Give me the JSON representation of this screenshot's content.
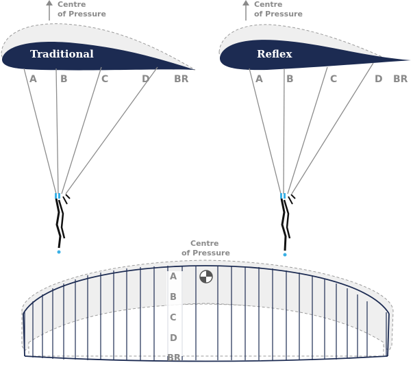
{
  "colors": {
    "wing_navy": "#1c2b52",
    "shadow_gray": "#efefef",
    "line_gray": "#8c8c8c",
    "label_gray": "#8a8a8a",
    "riser_blue": "#3ab0e6"
  },
  "left_profile": {
    "name": "Traditional",
    "cp_line1": "Centre",
    "cp_line2": "of Pressure",
    "lines": [
      "A",
      "B",
      "C",
      "D",
      "BR"
    ]
  },
  "right_profile": {
    "name": "Reflex",
    "cp_line1": "Centre",
    "cp_line2": "of Pressure",
    "lines": [
      "A",
      "B",
      "C",
      "D",
      "BR"
    ]
  },
  "front_view": {
    "cp_line1": "Centre",
    "cp_line2": "of Pressure",
    "rows": [
      "A",
      "B",
      "C",
      "D",
      "BR"
    ]
  }
}
